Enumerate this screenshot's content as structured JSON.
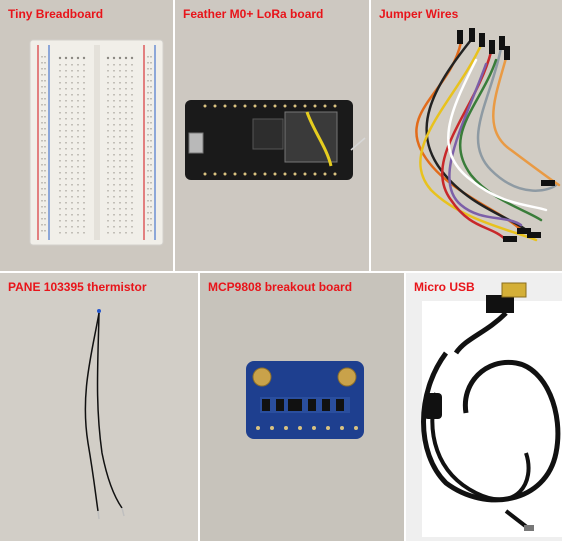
{
  "panels": [
    {
      "label": "Tiny Breadboard",
      "icon": "breadboard-icon"
    },
    {
      "label": "Feather M0+ LoRa board",
      "icon": "feather-board-icon"
    },
    {
      "label": "Jumper Wires",
      "icon": "jumper-wires-icon"
    },
    {
      "label": "PANE 103395 thermistor",
      "icon": "thermistor-icon"
    },
    {
      "label": "MCP9808 breakout board",
      "icon": "mcp9808-board-icon"
    },
    {
      "label": "Micro USB",
      "icon": "micro-usb-cable-icon"
    }
  ],
  "colors": {
    "label": "#e8141a",
    "panel_background": "#cfcac2",
    "feather_pcb": "#1a1a1a",
    "mcp_pcb": "#1e3f8f",
    "breadboard": "#f1efe9"
  }
}
